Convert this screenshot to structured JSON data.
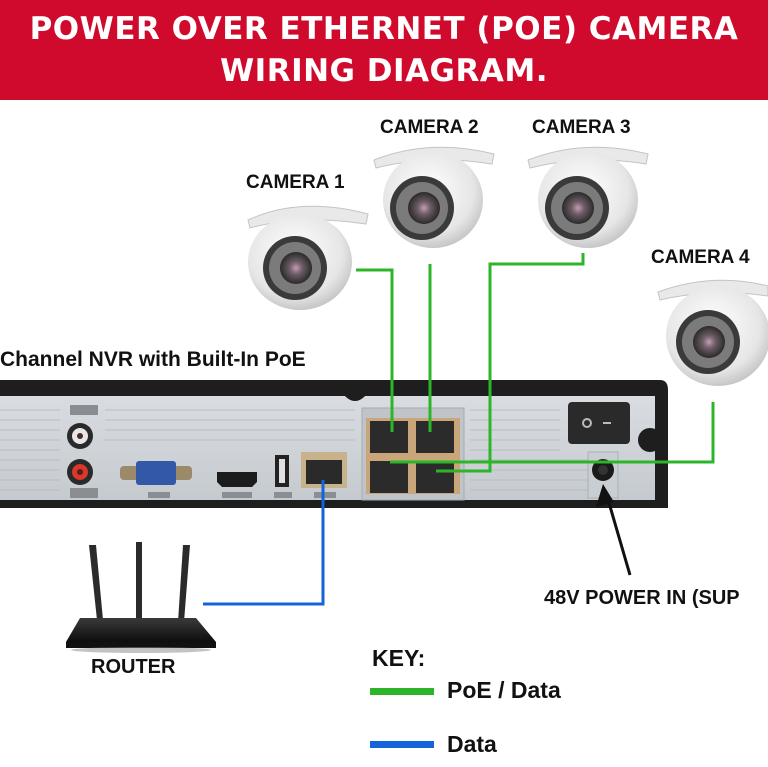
{
  "title": {
    "line1": "POWER OVER ETHERNET (POE) CAMERA",
    "line2": "WIRING DIAGRAM."
  },
  "cameras": [
    {
      "label": "CAMERA 1"
    },
    {
      "label": "CAMERA 2"
    },
    {
      "label": "CAMERA 3"
    },
    {
      "label": "CAMERA 4"
    }
  ],
  "nvr": {
    "label": "Channel NVR with Built-In PoE",
    "ports": [
      "audio-out",
      "audio-in",
      "vga",
      "hdmi",
      "usb",
      "lan",
      "poe-1",
      "poe-2",
      "poe-3",
      "poe-4",
      "power-switch",
      "48v-power-in"
    ]
  },
  "router": {
    "label": "ROUTER"
  },
  "power": {
    "label": "48V POWER IN (SUP"
  },
  "key": {
    "title": "KEY:",
    "items": [
      {
        "label": "PoE / Data",
        "color": "#2db52a"
      },
      {
        "label": "Data",
        "color": "#1463d8"
      }
    ]
  },
  "colors": {
    "banner": "#cf0a2c",
    "poe_wire": "#2db52a",
    "data_wire": "#1463d8"
  }
}
